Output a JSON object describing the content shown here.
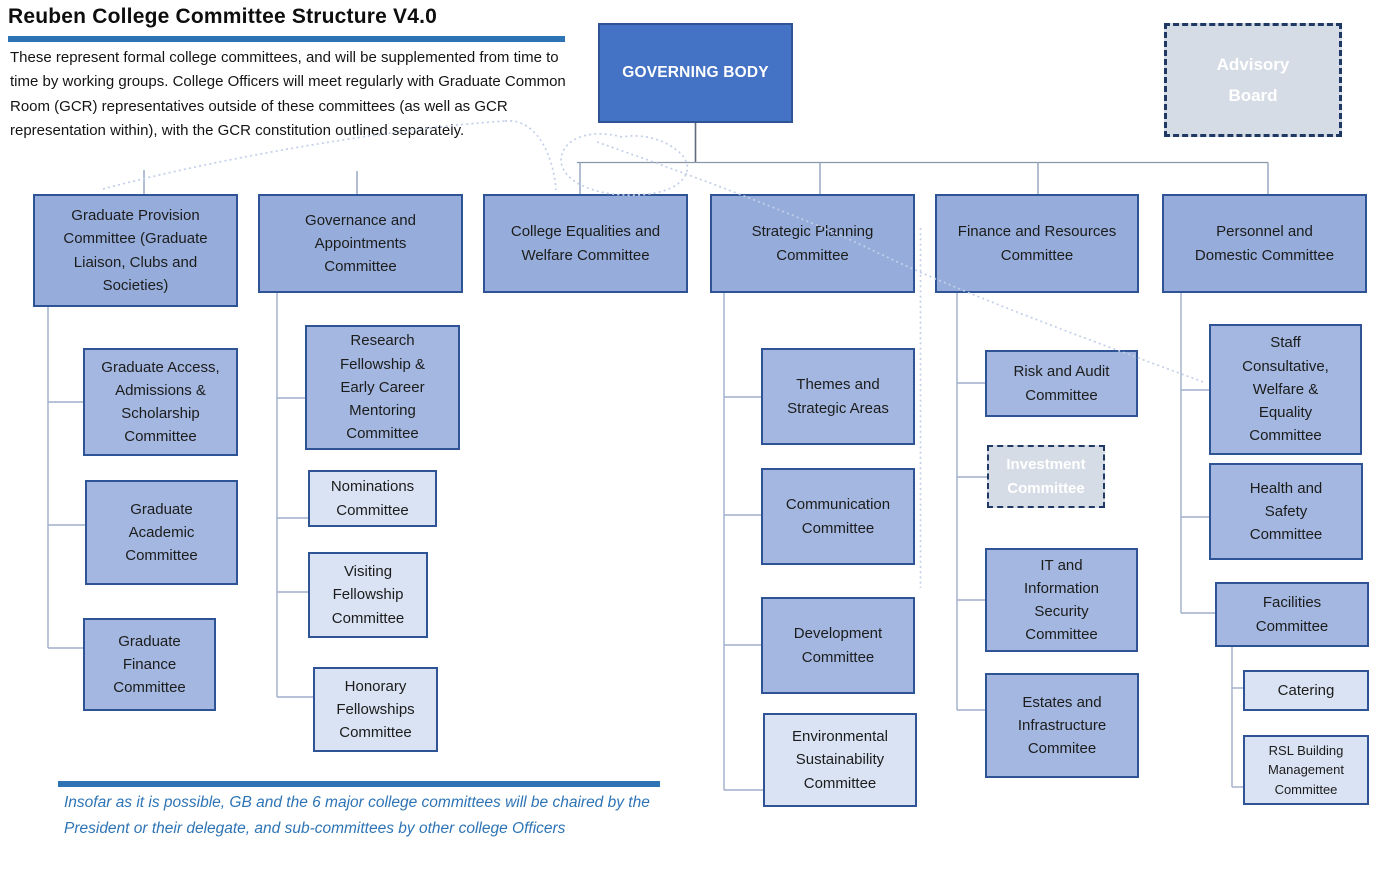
{
  "page": {
    "title": "Reuben College Committee Structure V4.0",
    "description": "These represent formal college committees, and will be supplemented from time to time by working groups. College Officers will meet regularly with Graduate Common Room (GCR) representatives outside of these committees (as well as GCR representation within), with the GCR constitution outlined separately.",
    "footer_note": "Insofar as it is possible, GB and the 6 major college committees will be chaired by the President or their delegate, and sub-committees by other college Officers"
  },
  "org": {
    "governing_body": {
      "label": "GOVERNING BODY"
    },
    "advisory_board": {
      "label": "Advisory Board"
    },
    "committees": [
      {
        "label": "Graduate Provision Committee (Graduate Liaison, Clubs and Societies)",
        "children": [
          {
            "label": "Graduate Access, Admissions & Scholarship Committee"
          },
          {
            "label": "Graduate Academic Committee"
          },
          {
            "label": "Graduate Finance Committee"
          }
        ]
      },
      {
        "label": "Governance and Appointments Committee",
        "children": [
          {
            "label": "Research Fellowship & Early Career Mentoring Committee"
          },
          {
            "label": "Nominations Committee"
          },
          {
            "label": "Visiting Fellowship Committee"
          },
          {
            "label": "Honorary Fellowships Committee"
          }
        ]
      },
      {
        "label": "College Equalities and Welfare Committee",
        "children": []
      },
      {
        "label": "Strategic Planning Committee",
        "children": [
          {
            "label": "Themes and Strategic Areas"
          },
          {
            "label": "Communication Committee"
          },
          {
            "label": "Development Committee"
          },
          {
            "label": "Environmental Sustainability Committee"
          }
        ]
      },
      {
        "label": "Finance and Resources Committee",
        "children": [
          {
            "label": "Risk and Audit Committee"
          },
          {
            "label": "Investment Committee"
          },
          {
            "label": "IT and Information Security Committee"
          },
          {
            "label": "Estates and Infrastructure Commitee"
          }
        ]
      },
      {
        "label": "Personnel and Domestic Committee",
        "children": [
          {
            "label": "Staff Consultative, Welfare & Equality Committee"
          },
          {
            "label": "Health and Safety Committee"
          },
          {
            "label": "Facilities Committee",
            "children": [
              {
                "label": "Catering"
              },
              {
                "label": "RSL Building Management Committee"
              }
            ]
          }
        ]
      }
    ]
  },
  "colors": {
    "governing_body_fill": "#4472C4",
    "committee_fill": "#96ADDB",
    "subcommittee_fill": "#A3B7E0",
    "light_fill": "#DAE3F3",
    "dashed_fill": "#D6DCE5",
    "border": "#2F5496",
    "divider_bar": "#2E74B5",
    "note_text": "#2E74B5",
    "dotted_annotation": "#C3CFE9"
  }
}
